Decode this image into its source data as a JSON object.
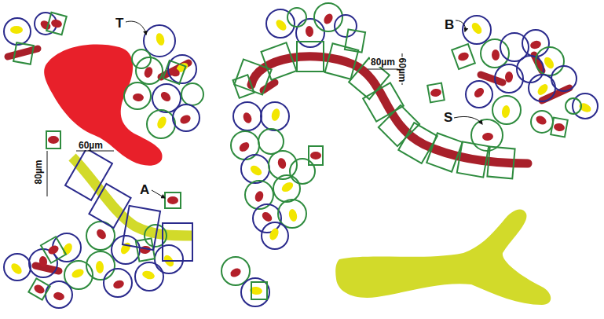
{
  "diagram": {
    "labels": [
      "T",
      "B",
      "80µm",
      "60µm",
      "S",
      "60µm",
      "80µm",
      "A"
    ]
  }
}
